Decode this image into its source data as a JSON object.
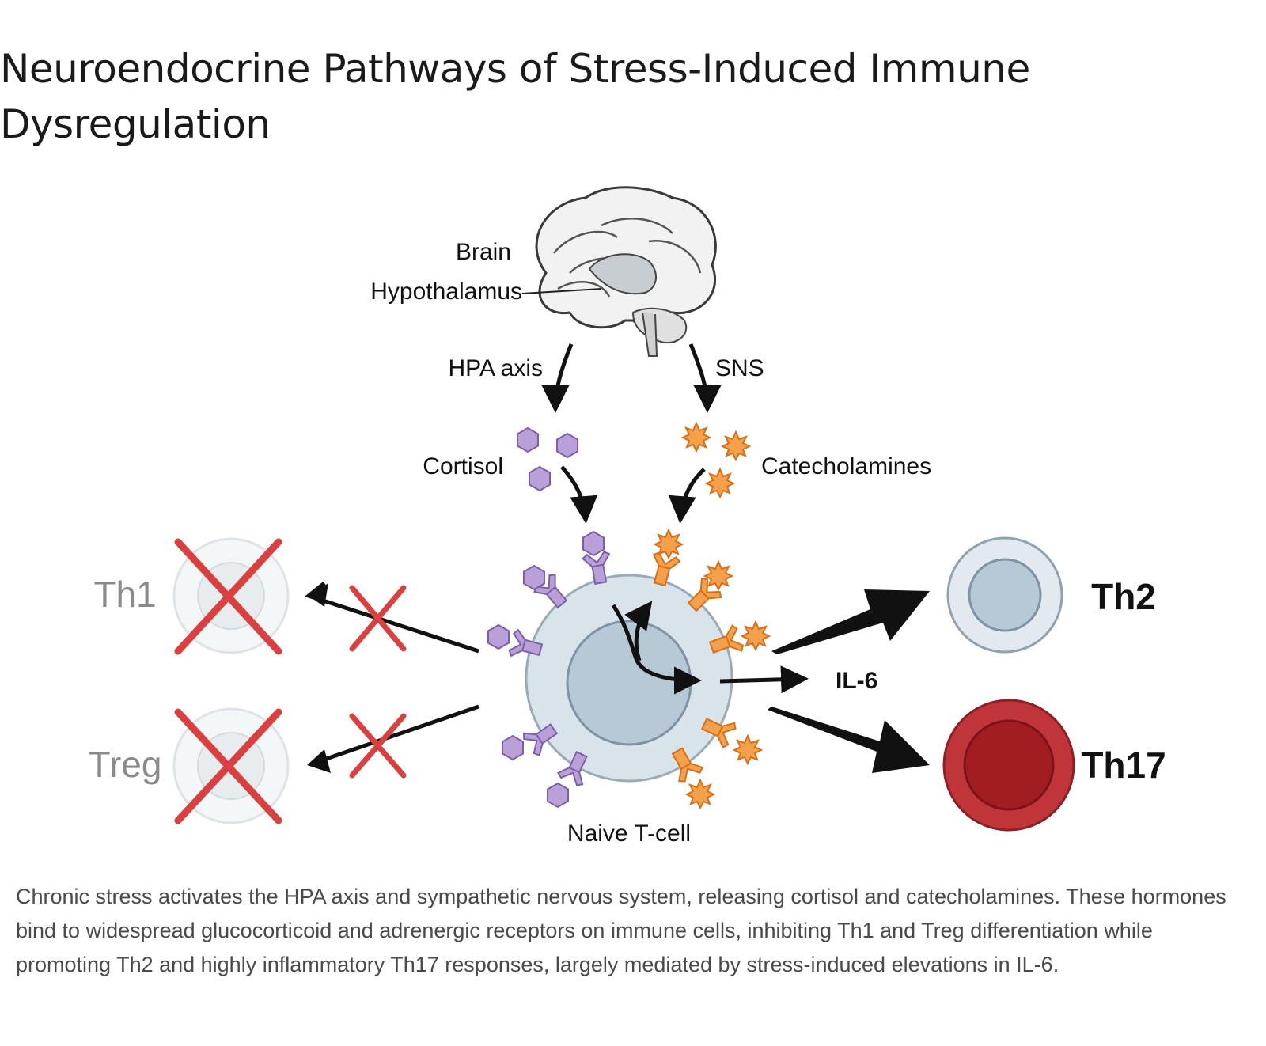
{
  "title": "Neuroendocrine Pathways of Stress-Induced Immune Dysregulation",
  "diagram": {
    "labels": {
      "brain": "Brain",
      "hypothalamus": "Hypothalamus",
      "hpa_axis": "HPA axis",
      "sns": "SNS",
      "cortisol": "Cortisol",
      "catecholamines": "Catecholamines",
      "naive_tcell": "Naive T-cell",
      "il6": "IL-6",
      "th1": "Th1",
      "treg": "Treg",
      "th2": "Th2",
      "th17": "Th17"
    },
    "colors": {
      "cortisol": "#b9a0d8",
      "catecholamines": "#f5a04a",
      "naive_cell": "#c8d6e0",
      "th17": "#c0353a",
      "inhibition_x": "#d9403f",
      "arrow": "#111111"
    },
    "inhibited": [
      "Th1",
      "Treg"
    ],
    "promoted": [
      "Th2",
      "Th17"
    ]
  },
  "caption": "Chronic stress activates the HPA axis and sympathetic nervous system, releasing cortisol and catecholamines. These hormones bind to widespread glucocorticoid and adrenergic receptors on immune cells, inhibiting Th1 and Treg differentiation while promoting Th2 and highly inflammatory Th17 responses, largely mediated by stress-induced elevations in IL-6."
}
